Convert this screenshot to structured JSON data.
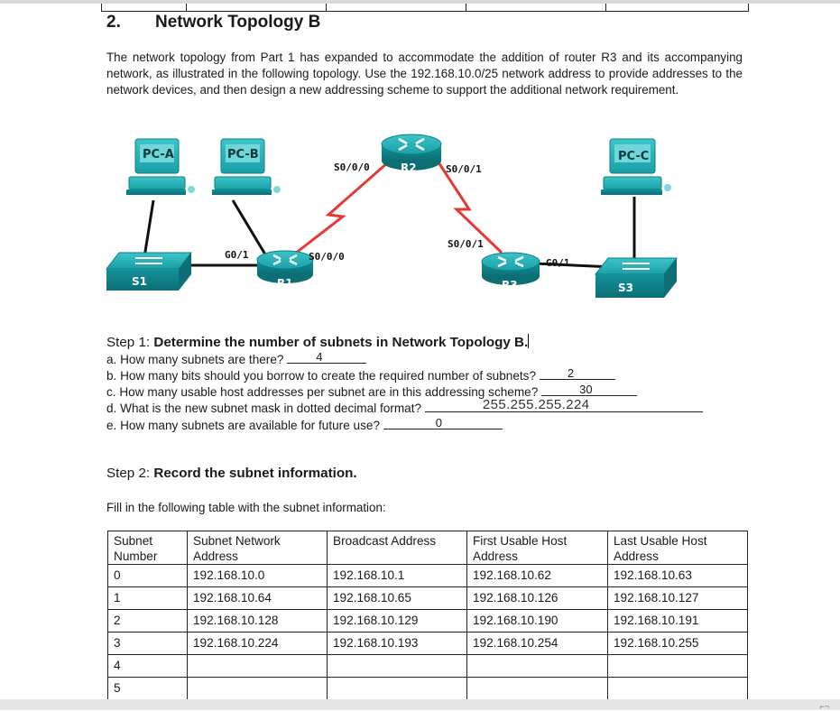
{
  "section": {
    "number": "2.",
    "title": "Network Topology B"
  },
  "intro": "The network topology from Part 1 has expanded to accommodate the addition of router R3 and its accompanying network, as illustrated in the following topology. Use the 192.168.10.0/25 network address to provide addresses to the network devices, and then design a new addressing scheme to support the additional network requirement.",
  "topology": {
    "devices": {
      "pca": "PC-A",
      "pcb": "PC-B",
      "pcc": "PC-C",
      "s1": "S1",
      "s3": "S3",
      "r1": "R1",
      "r2": "R2",
      "r3": "R3"
    },
    "interfaces": {
      "r1_g": "G0/1",
      "r1_s": "S0/0/0",
      "r2_s0": "S0/0/0",
      "r2_s1": "S0/0/1",
      "r3_s": "S0/0/1",
      "r3_g": "G0/1"
    },
    "colors": {
      "device": "#1aa0a6",
      "device_dark": "#0e7f86",
      "serial": "#e53935",
      "cable": "#111111"
    }
  },
  "step1": {
    "prefix": "Step 1: ",
    "title": "Determine the number of subnets in Network Topology B.",
    "questions": [
      {
        "text": "a. How many subnets are there?",
        "answer": "4"
      },
      {
        "text": "b. How many bits should you borrow to create the required number of subnets?",
        "answer": "2"
      },
      {
        "text": "c. How many usable host addresses per subnet are in this addressing scheme?",
        "answer": "30"
      },
      {
        "text": "d. What is the new subnet mask in dotted decimal format?",
        "answer": "255.255.255.224"
      },
      {
        "text": "e. How many subnets are available for future use?",
        "answer": "0"
      }
    ]
  },
  "step2": {
    "prefix": "Step 2: ",
    "title": "Record the subnet information."
  },
  "fill_text": "Fill in the following table with the subnet information:",
  "table": {
    "headers": [
      "Subnet Number",
      "Subnet Network Address",
      "Broadcast Address",
      "First Usable Host Address",
      "Last Usable Host Address"
    ],
    "rows": [
      [
        "0",
        "192.168.10.0",
        "192.168.10.1",
        "192.168.10.62",
        "192.168.10.63"
      ],
      [
        "1",
        "192.168.10.64",
        "192.168.10.65",
        "192.168.10.126",
        "192.168.10.127"
      ],
      [
        "2",
        "192.168.10.128",
        "192.168.10.129",
        "192.168.10.190",
        "192.168.10.191"
      ],
      [
        "3",
        "192.168.10.224",
        "192.168.10.193",
        "192.168.10.254",
        "192.168.10.255"
      ],
      [
        "4",
        "",
        "",
        "",
        ""
      ],
      [
        "5",
        "",
        "",
        "",
        ""
      ]
    ]
  }
}
